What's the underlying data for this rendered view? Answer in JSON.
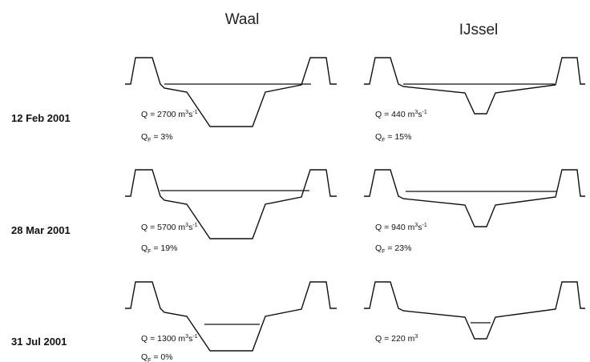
{
  "columns": [
    {
      "title": "Waal"
    },
    {
      "title": "IJssel"
    }
  ],
  "rows": [
    {
      "date": "12 Feb 2001",
      "waal": {
        "q_main": "Q = 2700 m",
        "q_sup": "3",
        "q_unit": "s",
        "q_unit_sup": "-1",
        "qf_label": "Q",
        "qf_sub": "F",
        "qf_value": " = 3%"
      },
      "ijssel": {
        "q_main": "Q = 440 m",
        "q_sup": "3",
        "q_unit": "s",
        "q_unit_sup": "-1",
        "qf_label": "Q",
        "qf_sub": "F",
        "qf_value": " = 15%"
      }
    },
    {
      "date": "28 Mar 2001",
      "waal": {
        "q_main": "Q = 5700 m",
        "q_sup": "3",
        "q_unit": "s",
        "q_unit_sup": "-1",
        "qf_label": "Q",
        "qf_sub": "F",
        "qf_value": " = 19%"
      },
      "ijssel": {
        "q_main": "Q = 940 m",
        "q_sup": "3",
        "q_unit": "s",
        "q_unit_sup": "-1",
        "qf_label": "Q",
        "qf_sub": "F",
        "qf_value": " = 23%"
      }
    },
    {
      "date": "31 Jul 2001",
      "waal": {
        "q_main": "Q = 1300 m",
        "q_sup": "3",
        "q_unit": "s",
        "q_unit_sup": "-1",
        "qf_label": "Q",
        "qf_sub": "F",
        "qf_value": " = 0%"
      },
      "ijssel": {
        "q_main": "Q = 220 m",
        "q_sup": "3",
        "q_unit": "",
        "q_unit_sup": "",
        "qf_label": "",
        "qf_sub": "",
        "qf_value": ""
      }
    }
  ]
}
